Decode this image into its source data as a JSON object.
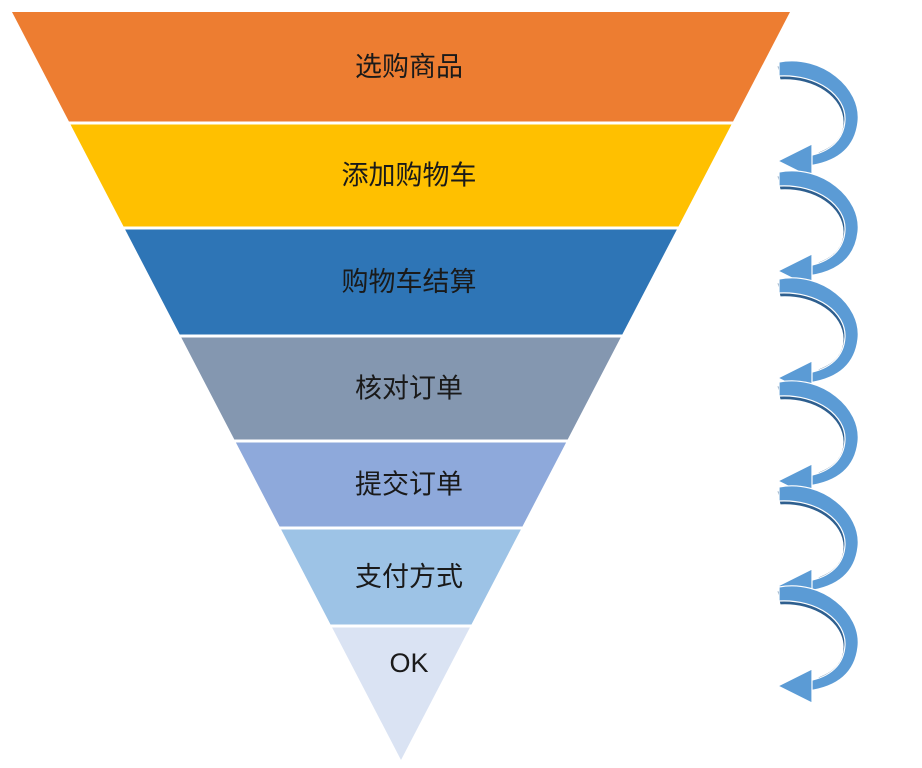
{
  "funnel": {
    "stages": [
      {
        "label": "选购商品",
        "color": "#ED7D31"
      },
      {
        "label": "添加购物车",
        "color": "#FFC000"
      },
      {
        "label": "购物车结算",
        "color": "#2E75B6"
      },
      {
        "label": "核对订单",
        "color": "#8497B0"
      },
      {
        "label": "提交订单",
        "color": "#8EA9DB"
      },
      {
        "label": "支付方式",
        "color": "#9DC3E6"
      },
      {
        "label": "OK",
        "color": "#DAE3F3"
      }
    ]
  },
  "arrows": {
    "count": 6,
    "light_color": "#5B9BD5",
    "dark_color": "#2E5F8F",
    "stroke_color": "#FFFFFF"
  }
}
